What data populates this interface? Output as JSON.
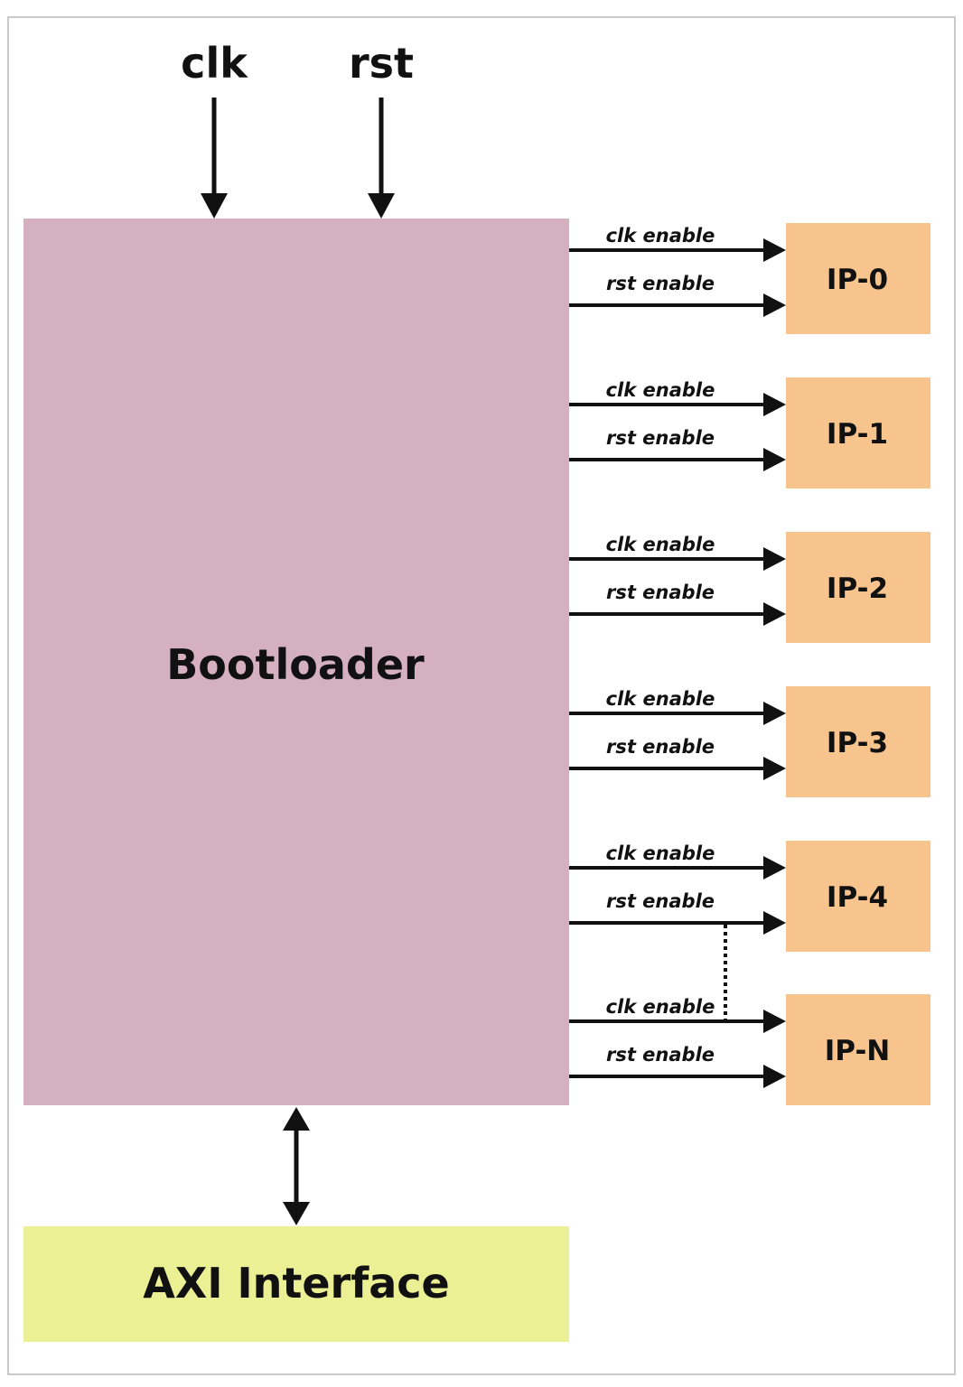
{
  "colors": {
    "bootloader": "#d5b0be",
    "ip": "#f6c48c",
    "axi": "#ecf095",
    "line": "#111111",
    "frame": "#c9c9c9"
  },
  "inputs": {
    "clk": "clk",
    "rst": "rst"
  },
  "bootloader": {
    "label": "Bootloader"
  },
  "axi": {
    "label": "AXI Interface"
  },
  "connection": {
    "type": "bidirectional"
  },
  "ips": [
    {
      "label": "IP-0",
      "clk_label": "clk enable",
      "rst_label": "rst enable"
    },
    {
      "label": "IP-1",
      "clk_label": "clk enable",
      "rst_label": "rst enable"
    },
    {
      "label": "IP-2",
      "clk_label": "clk enable",
      "rst_label": "rst enable"
    },
    {
      "label": "IP-3",
      "clk_label": "clk enable",
      "rst_label": "rst enable"
    },
    {
      "label": "IP-4",
      "clk_label": "clk enable",
      "rst_label": "rst enable"
    },
    {
      "label": "IP-N",
      "clk_label": "clk enable",
      "rst_label": "rst enable"
    }
  ],
  "ellipsis": {
    "style": "dotted",
    "between": [
      "IP-4",
      "IP-N"
    ]
  }
}
